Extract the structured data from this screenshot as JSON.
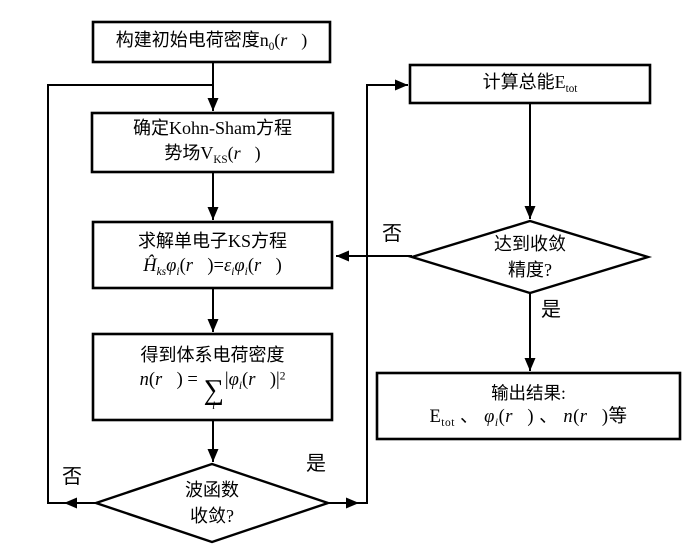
{
  "colors": {
    "line": "#000000",
    "node_fill": "#ffffff",
    "background": "#ffffff",
    "text": "#000000"
  },
  "nodes": {
    "init": {
      "lines": [
        [
          {
            "t": "构建初始电荷密度n"
          },
          {
            "t": "0",
            "s": "sub"
          },
          {
            "t": "("
          },
          {
            "t": "r⃗",
            "s": "it"
          },
          {
            "t": ")"
          }
        ]
      ]
    },
    "ks_potential": {
      "lines": [
        [
          {
            "t": "确定Kohn-Sham方程"
          }
        ],
        [
          {
            "t": "势场V"
          },
          {
            "t": "KS",
            "s": "sub"
          },
          {
            "t": "("
          },
          {
            "t": "r⃗",
            "s": "it"
          },
          {
            "t": ")"
          }
        ]
      ]
    },
    "ks_solve": {
      "lines": [
        [
          {
            "t": "求解单电子KS方程"
          }
        ],
        [
          {
            "t": "Ĥ",
            "s": "it"
          },
          {
            "t": "ks",
            "s": "itsub"
          },
          {
            "t": "φ",
            "s": "it"
          },
          {
            "t": "i",
            "s": "itsub"
          },
          {
            "t": "("
          },
          {
            "t": "r⃗",
            "s": "it"
          },
          {
            "t": ")="
          },
          {
            "t": "ε",
            "s": "it"
          },
          {
            "t": "i",
            "s": "itsub"
          },
          {
            "t": "φ",
            "s": "it"
          },
          {
            "t": "i",
            "s": "itsub"
          },
          {
            "t": "("
          },
          {
            "t": "r⃗",
            "s": "it"
          },
          {
            "t": ")"
          }
        ]
      ]
    },
    "density": {
      "lines": [
        [
          {
            "t": "得到体系电荷密度"
          }
        ],
        [
          {
            "t": "n",
            "s": "it"
          },
          {
            "t": "("
          },
          {
            "t": "r⃗",
            "s": "it"
          },
          {
            "t": ") = "
          },
          {
            "t": "∑",
            "s": "sum",
            "under": "i"
          },
          {
            "t": "|"
          },
          {
            "t": "φ",
            "s": "it"
          },
          {
            "t": "i",
            "s": "itsub"
          },
          {
            "t": "("
          },
          {
            "t": "r⃗",
            "s": "it"
          },
          {
            "t": ")|"
          },
          {
            "t": "2",
            "s": "sup"
          }
        ]
      ]
    },
    "wf_converged": {
      "lines": [
        [
          {
            "t": "波函数"
          }
        ],
        [
          {
            "t": "收敛?"
          }
        ]
      ]
    },
    "total_energy": {
      "lines": [
        [
          {
            "t": "计算总能E"
          },
          {
            "t": "tot",
            "s": "sub"
          }
        ]
      ]
    },
    "convergence": {
      "lines": [
        [
          {
            "t": "达到收敛"
          }
        ],
        [
          {
            "t": "精度?"
          }
        ]
      ]
    },
    "output": {
      "lines": [
        [
          {
            "t": "输出结果:"
          }
        ],
        [
          {
            "t": "E"
          },
          {
            "t": "tot",
            "s": "sub"
          },
          {
            "t": " 、 "
          },
          {
            "t": "φ",
            "s": "it"
          },
          {
            "t": "i",
            "s": "itsub"
          },
          {
            "t": "("
          },
          {
            "t": "r⃗",
            "s": "it"
          },
          {
            "t": ")"
          },
          {
            "t": " 、 "
          },
          {
            "t": "n",
            "s": "it"
          },
          {
            "t": "("
          },
          {
            "t": "r⃗",
            "s": "it"
          },
          {
            "t": ")等"
          }
        ]
      ]
    }
  },
  "edge_labels": {
    "wf_no": "否",
    "wf_yes": "是",
    "conv_no": "否",
    "conv_yes": "是"
  }
}
